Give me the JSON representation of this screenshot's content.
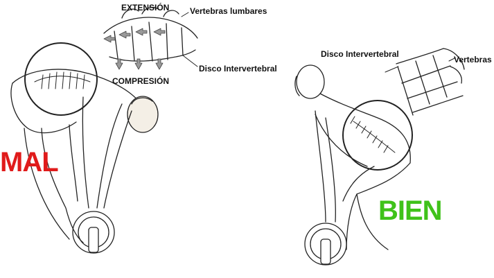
{
  "labels": {
    "extension": "EXTENSIÓN",
    "vertebras_lumbares": "Vertebras lumbares",
    "compresion": "COMPRESIÓN",
    "disco_left": "Disco Intervertebral",
    "disco_right": "Disco Intervertebral",
    "vertebras": "Vertebras"
  },
  "verdicts": {
    "bad": "MAL",
    "good": "BIEN"
  },
  "colors": {
    "bad": "#e01b1b",
    "good": "#3fc21a",
    "line": "#222222",
    "arrow_fill": "#9a9a9a",
    "skin_shade": "#f4efe6"
  }
}
